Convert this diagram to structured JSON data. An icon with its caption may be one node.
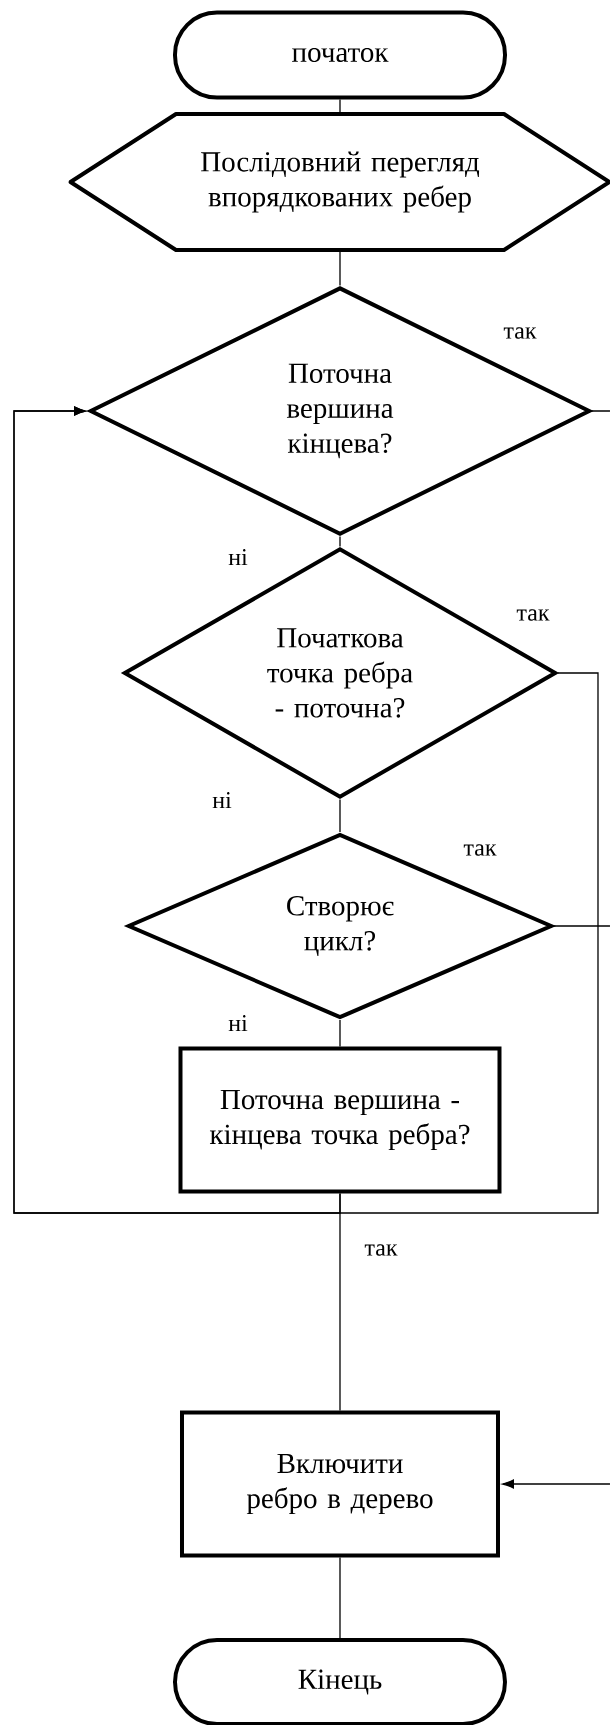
{
  "diagram": {
    "nodes": [
      {
        "text": [
          "початок"
        ]
      },
      {
        "text": [
          "Послідовний перегляд впорядкованих ребер"
        ]
      },
      {
        "text": [
          "Поточна вершина кінцева?"
        ]
      },
      {
        "text": [
          "Початкова точка ребра - поточна?"
        ]
      },
      {
        "text": [
          "Створює цикл?"
        ]
      },
      {
        "text": [
          "Поточна вершина - кінцева точка ребра?"
        ]
      },
      {
        "text": [
          "Включити ребро в дерево"
        ]
      },
      {
        "text": [
          "Кінець"
        ]
      }
    ],
    "edges": [
      {
        "from": 0,
        "to": 1,
        "arrow": "none"
      },
      {
        "from": 1,
        "to": 2,
        "arrow": "none"
      },
      {
        "from": 2,
        "to": 3,
        "arrow": "none",
        "label": "ні"
      },
      {
        "from": 3,
        "to": 4,
        "arrow": "none",
        "label": "ні"
      },
      {
        "from": 4,
        "to": 5,
        "arrow": "none",
        "label": "ні"
      },
      {
        "from": 5,
        "to": 6,
        "arrow": "none",
        "label": "так"
      },
      {
        "from": 3,
        "to": 2,
        "arrow": "to",
        "label": "так"
      },
      {
        "from": 5,
        "to": 2,
        "arrow": "to"
      },
      {
        "from": 2,
        "to": null,
        "arrow": "none",
        "label": "так"
      },
      {
        "from": 4,
        "to": null,
        "arrow": "none",
        "label": "так"
      },
      {
        "from": null,
        "to": 6,
        "arrow": "to"
      },
      {
        "from": 6,
        "to": 7,
        "arrow": "none"
      }
    ]
  }
}
